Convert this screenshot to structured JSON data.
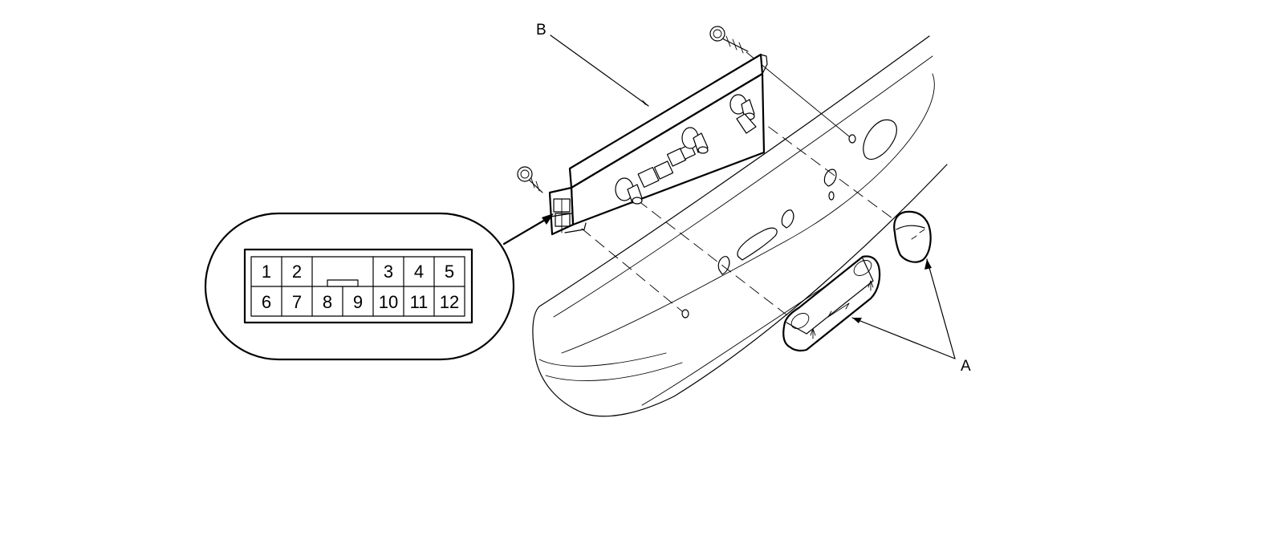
{
  "callouts": {
    "switch_assembly": "B",
    "knobs": "A"
  },
  "connector": {
    "top_row": [
      "1",
      "2",
      "3",
      "4",
      "5"
    ],
    "bottom_row": [
      "6",
      "7",
      "8",
      "9",
      "10",
      "11",
      "12"
    ]
  }
}
